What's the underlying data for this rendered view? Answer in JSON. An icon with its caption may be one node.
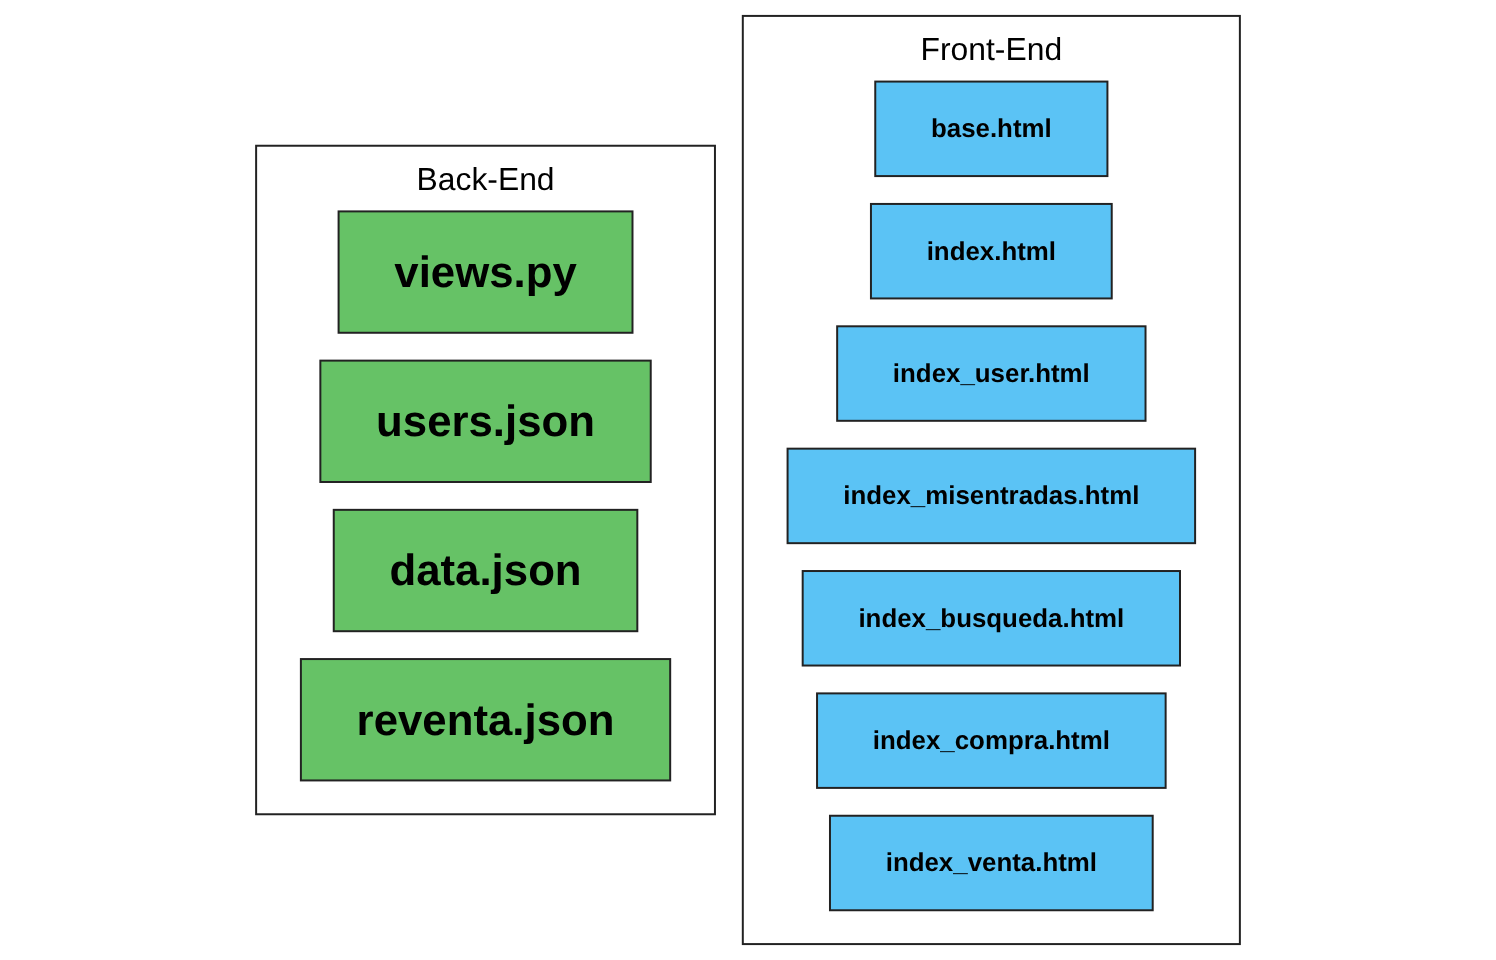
{
  "diagram": {
    "nodes": [
      {
        "text": [
          "Back-End"
        ]
      },
      {
        "text": [
          "views.py"
        ],
        "in": 0
      },
      {
        "text": [
          "users.json"
        ],
        "in": 0
      },
      {
        "text": [
          "data.json"
        ],
        "in": 0
      },
      {
        "text": [
          "reventa.json"
        ],
        "in": 0
      },
      {
        "text": [
          "Front-End"
        ]
      },
      {
        "text": [
          "base.html"
        ],
        "in": 5
      },
      {
        "text": [
          "index.html"
        ],
        "in": 5
      },
      {
        "text": [
          "index_user.html"
        ],
        "in": 5
      },
      {
        "text": [
          "index_misentradas.html"
        ],
        "in": 5
      },
      {
        "text": [
          "index_busqueda.html"
        ],
        "in": 5
      },
      {
        "text": [
          "index_compra.html"
        ],
        "in": 5
      },
      {
        "text": [
          "index_venta.html"
        ],
        "in": 5
      }
    ]
  }
}
